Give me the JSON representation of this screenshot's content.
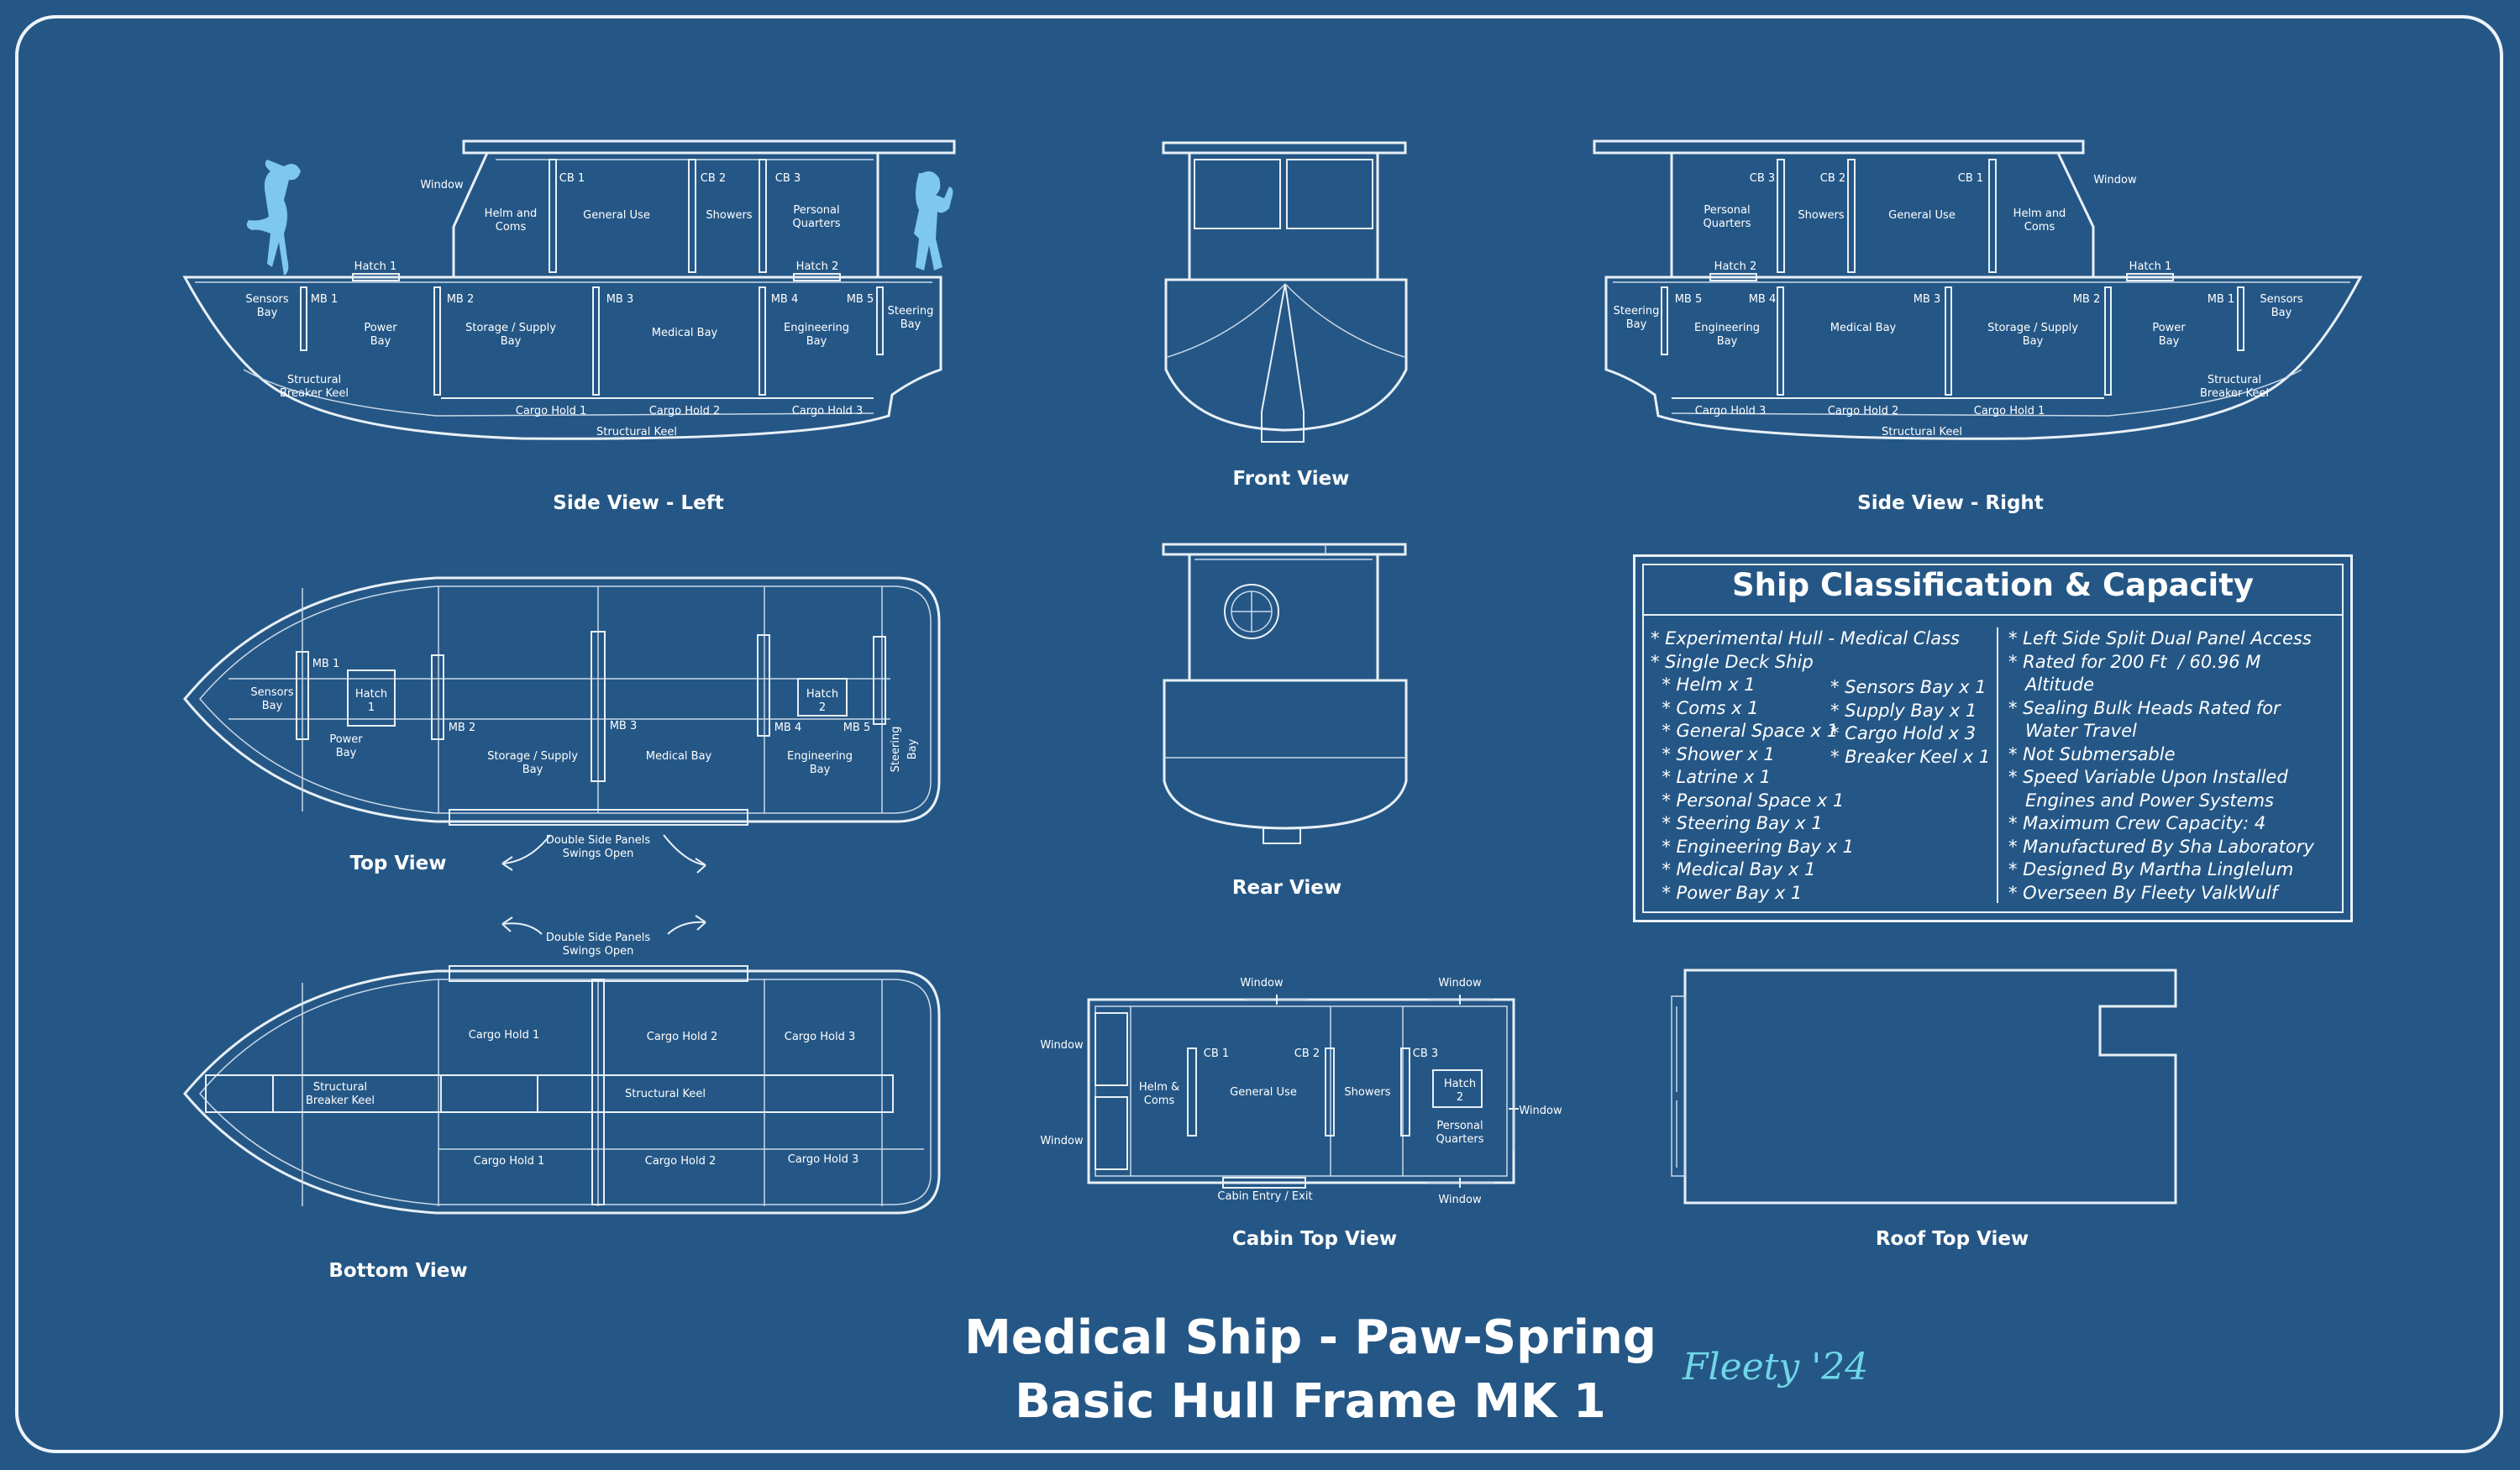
{
  "title": {
    "line1": "Medical Ship - Paw-Spring",
    "line2": "Basic Hull Frame MK 1"
  },
  "signature": "Fleety '24",
  "colors": {
    "background": "#255786",
    "lines": "#e8f0f7",
    "figure": "#7ec8f0",
    "signature": "#6fd6e8"
  },
  "views": {
    "side_left": "Side View - Left",
    "side_right": "Side View - Right",
    "front": "Front View",
    "rear": "Rear View",
    "top": "Top View",
    "bottom": "Bottom View",
    "cabin_top": "Cabin Top View",
    "roof_top": "Roof Top View"
  },
  "labels": {
    "window": "Window",
    "helm_coms": [
      "Helm and",
      "Coms"
    ],
    "helm_coms_short": [
      "Helm &",
      "Coms"
    ],
    "cb1": "CB 1",
    "cb2": "CB 2",
    "cb3": "CB 3",
    "general_use": "General Use",
    "showers": "Showers",
    "personal_quarters": [
      "Personal",
      "Quarters"
    ],
    "hatch1": "Hatch 1",
    "hatch2": "Hatch 2",
    "hatch1_split": [
      "Hatch",
      "1"
    ],
    "hatch2_split": [
      "Hatch",
      "2"
    ],
    "sensors_bay": [
      "Sensors",
      "Bay"
    ],
    "mb1": "MB 1",
    "mb2": "MB 2",
    "mb3": "MB 3",
    "mb4": "MB 4",
    "mb5": "MB 5",
    "power_bay": [
      "Power",
      "Bay"
    ],
    "storage_bay": [
      "Storage / Supply",
      "Bay"
    ],
    "medical_bay": "Medical Bay",
    "engineering_bay": [
      "Engineering",
      "Bay"
    ],
    "steering_bay": [
      "Steering",
      "Bay"
    ],
    "breaker_keel": [
      "Structural",
      "Breaker Keel"
    ],
    "structural_keel": "Structural Keel",
    "cargo1": "Cargo Hold 1",
    "cargo2": "Cargo Hold 2",
    "cargo3": "Cargo Hold 3",
    "double_panels": [
      "Double Side Panels",
      "Swings Open"
    ],
    "cabin_entry": "Cabin Entry / Exit"
  },
  "spec": {
    "title": "Ship Classification & Capacity",
    "col1": [
      "* Experimental Hull - Medical Class",
      "* Single Deck Ship",
      "  * Helm x 1",
      "  * Coms x 1",
      "  * General Space x 1",
      "  * Shower x 1",
      "  * Latrine x 1",
      "  * Personal Space x 1",
      "  * Steering Bay x 1",
      "  * Engineering Bay x 1",
      "  * Medical Bay x 1",
      "  * Power Bay x 1"
    ],
    "col2": [
      "* Sensors Bay x 1",
      "* Supply Bay x 1",
      "* Cargo Hold x 3",
      "* Breaker Keel x 1"
    ],
    "col3": [
      "* Left Side Split Dual Panel Access",
      "* Rated for 200 Ft  / 60.96 M",
      "   Altitude",
      "* Sealing Bulk Heads Rated for",
      "   Water Travel",
      "* Not Submersable",
      "* Speed Variable Upon Installed",
      "   Engines and Power Systems",
      "* Maximum Crew Capacity: 4",
      "* Manufactured By Sha Laboratory",
      "* Designed By Martha Linglelum",
      "* Overseen By Fleety ValkWulf"
    ]
  }
}
